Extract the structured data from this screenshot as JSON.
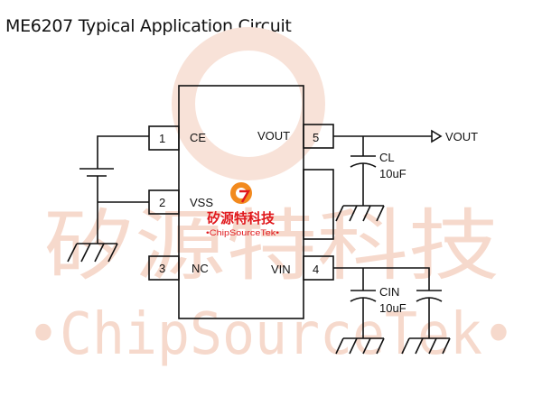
{
  "title": "ME6207 Typical Application Circuit",
  "ic": {
    "pins": [
      {
        "number": "1",
        "name": "CE"
      },
      {
        "number": "2",
        "name": "VSS"
      },
      {
        "number": "3",
        "name": "NC"
      },
      {
        "number": "5",
        "name": "VOUT"
      },
      {
        "number": "4",
        "name": "VIN"
      }
    ]
  },
  "components": {
    "output_cap_name": "CL",
    "output_cap_value": "10uF",
    "input_cap_name": "CIN",
    "input_cap_value": "10uF",
    "output_terminal": "VOUT"
  },
  "logo": {
    "cn_text": "矽源特科技",
    "en_text": "•ChipSourceTek•"
  },
  "watermark": {
    "cn_text": "矽源特科技",
    "en_text": "•ChipSourceTek•"
  }
}
